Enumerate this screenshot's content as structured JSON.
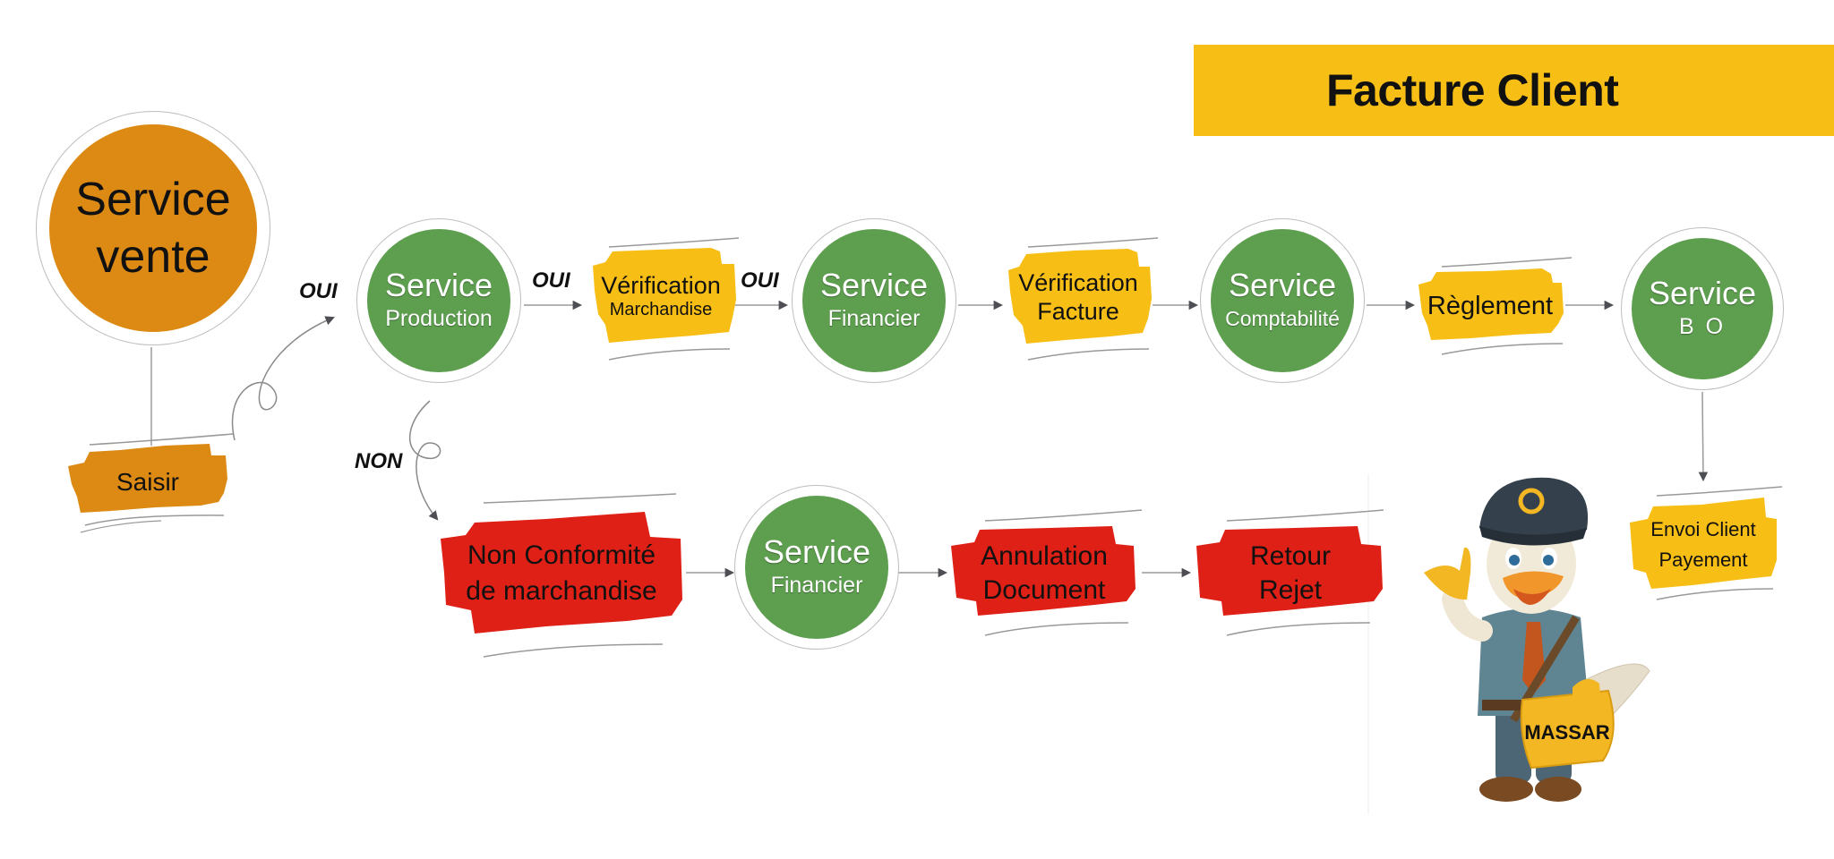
{
  "title": "Facture Client",
  "colors": {
    "title_banner": "#F7BE16",
    "service_green": "#5E9E4F",
    "origin_orange": "#DC8A14",
    "step_yellow": "#F7BE16",
    "reject_red": "#DF2016",
    "arrow_gray": "#4E4F55"
  },
  "origin": {
    "service": {
      "line1": "Service",
      "line2": "vente"
    },
    "action": "Saisir"
  },
  "decisions": {
    "yes": "OUI",
    "no": "NON"
  },
  "main_flow": [
    {
      "type": "service",
      "line1": "Service",
      "line2": "Production"
    },
    {
      "type": "step",
      "line1": "Vérification",
      "line2": "Marchandise"
    },
    {
      "type": "service",
      "line1": "Service",
      "line2": "Financier"
    },
    {
      "type": "step",
      "line1": "Vérification",
      "line2": "Facture"
    },
    {
      "type": "service",
      "line1": "Service",
      "line2": "Comptabilité"
    },
    {
      "type": "step",
      "line1": "Règlement"
    },
    {
      "type": "service",
      "line1": "Service",
      "line2": "B O"
    },
    {
      "type": "step",
      "line1": "Envoi Client",
      "line2": "Payement"
    }
  ],
  "reject_flow": [
    {
      "type": "reject",
      "line1": "Non Conformité",
      "line2": "de marchandise"
    },
    {
      "type": "service",
      "line1": "Service",
      "line2": "Financier"
    },
    {
      "type": "reject",
      "line1": "Annulation",
      "line2": "Document"
    },
    {
      "type": "reject",
      "line1": "Retour",
      "line2": "Rejet"
    }
  ],
  "mascot": {
    "description": "duck mail carrier mascot",
    "bag_label": "MASSAR"
  }
}
